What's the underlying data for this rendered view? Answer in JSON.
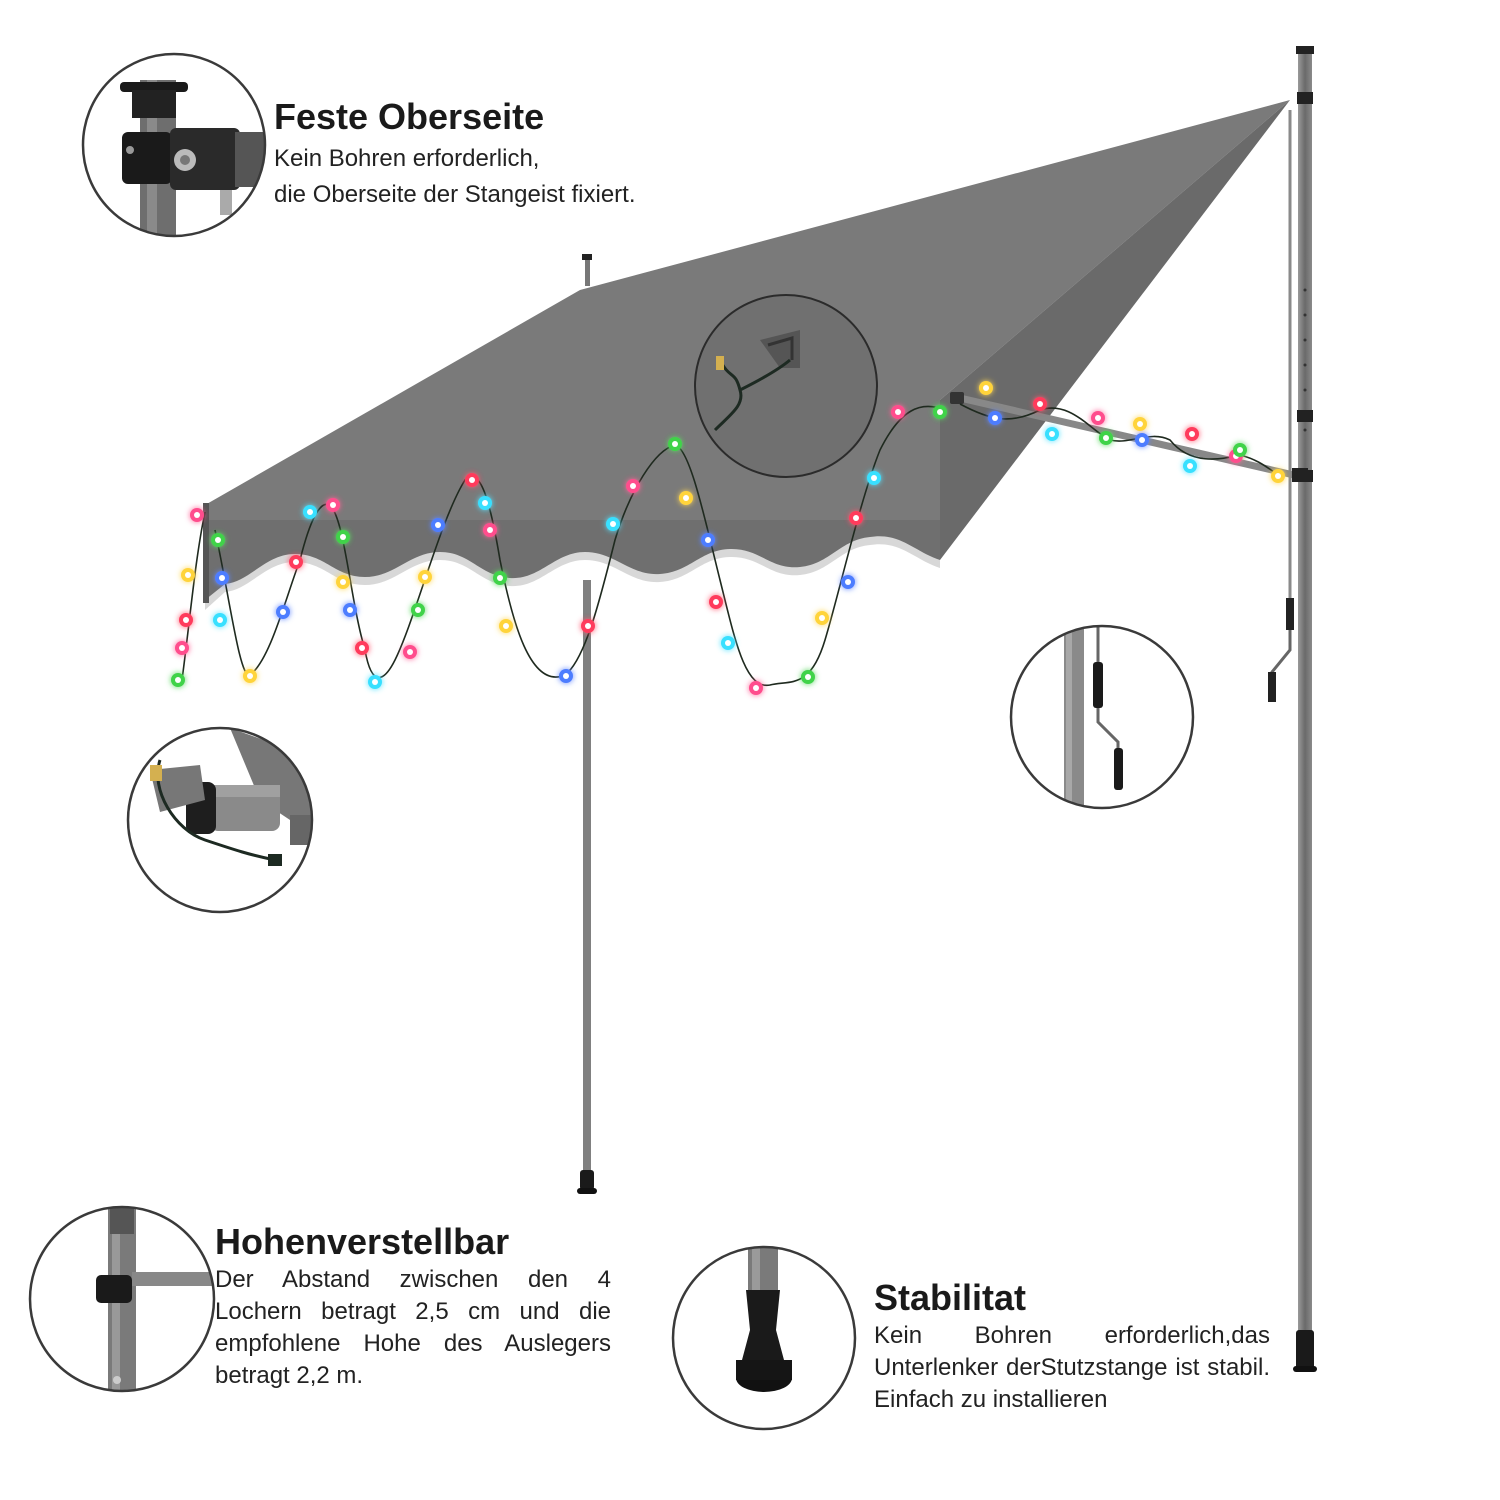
{
  "callouts": {
    "top": {
      "title": "Feste Oberseite",
      "lines": [
        "Kein Bohren erforderlich,",
        "die Oberseite der Stangeist fixiert."
      ],
      "icon": "top-clamp-detail-icon"
    },
    "height": {
      "title": "Hohenverstellbar",
      "text": "Der Abstand zwischen den 4 Lochern betragt 2,5 cm und die empfohlene Hohe des Auslegers betragt 2,2 m.",
      "icon": "pole-holes-detail-icon"
    },
    "stability": {
      "title": "Stabilitat",
      "text": "Kein Bohren erforderlich,das Unterlenker derStutzstange ist stabil. Einfach zu installieren",
      "icon": "foot-cap-detail-icon"
    }
  },
  "details": {
    "clip": "light-clip-detail-icon",
    "joint": "arm-joint-detail-icon",
    "crank": "crank-handle-detail-icon"
  },
  "colors": {
    "canopy": "#6f6f6f",
    "canopy_top": "#7a7a7a",
    "pole": "#7d7d7d",
    "valance_shadow": "#d8d8d8",
    "light_palette": [
      "#ff4d8d",
      "#3fd34a",
      "#ffd43b",
      "#4d7dff",
      "#ff3b5c",
      "#38e0ff"
    ]
  }
}
